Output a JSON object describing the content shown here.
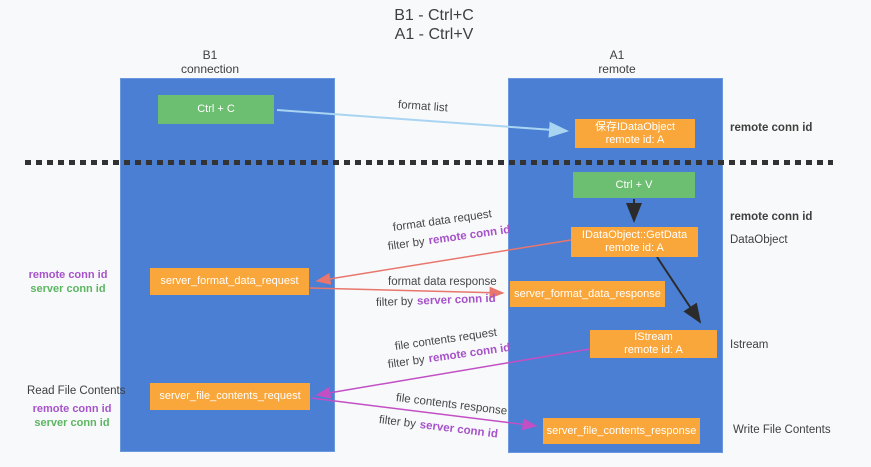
{
  "title": {
    "line1": "B1 - Ctrl+C",
    "line2": "A1 - Ctrl+V"
  },
  "lanes": {
    "left": {
      "name": "B1",
      "role": "connection"
    },
    "right": {
      "name": "A1",
      "role": "remote"
    }
  },
  "nodes": {
    "ctrl_c": {
      "label": "Ctrl + C"
    },
    "ctrl_v": {
      "label": "Ctrl + V"
    },
    "save_dataobject": {
      "line1": "保存IDataObject",
      "line2": "remote id: A"
    },
    "getdata": {
      "line1": "IDataObject::GetData",
      "line2": "remote id: A"
    },
    "istream": {
      "line1": "IStream",
      "line2": "remote id: A"
    },
    "format_request": {
      "label": "server_format_data_request"
    },
    "format_response": {
      "label": "server_format_data_response"
    },
    "file_request": {
      "label": "server_file_contents_request"
    },
    "file_response": {
      "label": "server_file_contents_response"
    }
  },
  "flow_labels": {
    "format_list": "format list",
    "format_request": "format data request",
    "format_response": "format data response",
    "file_request": "file contents request",
    "file_response": "file contents response",
    "filter_prefix": "filter by",
    "remote_conn_id": "remote conn id",
    "server_conn_id": "server conn id"
  },
  "annotations": {
    "remote_conn_id": "remote conn id",
    "server_conn_id": "server conn id",
    "dataobject": "DataObject",
    "istream": "Istream",
    "read_file_contents": "Read File Contents",
    "write_file_contents": "Write File Contents"
  },
  "colors": {
    "lane_blue": "#4a7fd4",
    "box_orange": "#f9a63a",
    "box_green": "#6cbe70",
    "arrow_salmon": "#e8766d",
    "arrow_magenta": "#c24fc4",
    "arrow_lightblue": "#a9d5f2",
    "arrow_black": "#2b2b2b",
    "text_purple": "#a653c9",
    "text_green": "#5cb661",
    "text_dark": "#3f3f3f",
    "background": "#f8f9fa"
  }
}
